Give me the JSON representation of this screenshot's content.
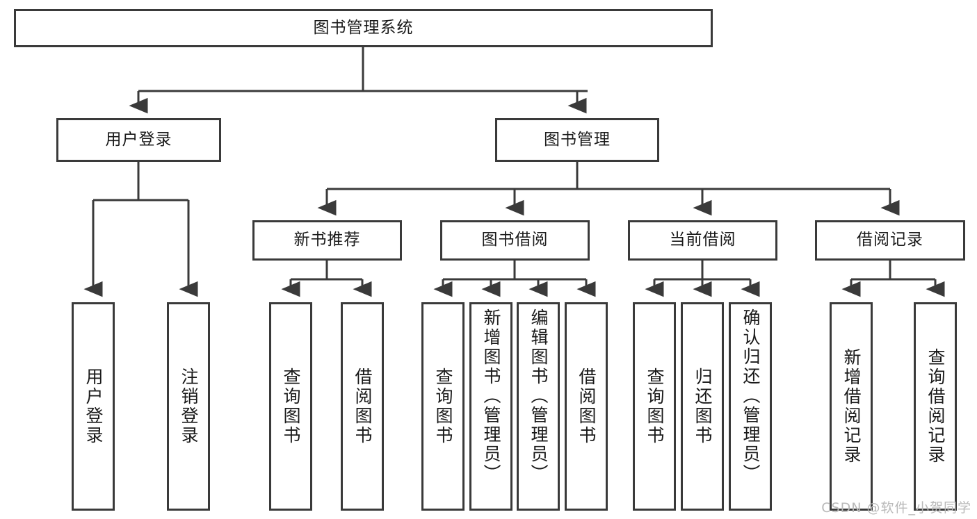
{
  "diagram": {
    "title": "图书管理系统",
    "type": "hierarchy-tree",
    "colors": {
      "stroke": "#3a3a3a",
      "fill": "#ffffff",
      "text": "#1a1a1a",
      "watermark": "#b9b9b9"
    },
    "root": {
      "id": "root",
      "label": "图书管理系统"
    },
    "level1": [
      {
        "id": "user-login",
        "label": "用户登录"
      },
      {
        "id": "book-manage",
        "label": "图书管理"
      }
    ],
    "level2": [
      {
        "id": "new-book-recommend",
        "label": "新书推荐",
        "parent": "book-manage"
      },
      {
        "id": "book-borrow",
        "label": "图书借阅",
        "parent": "book-manage"
      },
      {
        "id": "current-borrow",
        "label": "当前借阅",
        "parent": "book-manage"
      },
      {
        "id": "borrow-record",
        "label": "借阅记录",
        "parent": "book-manage"
      }
    ],
    "leaves": {
      "user-login": [
        {
          "id": "leaf-user-login",
          "label": "用户登录"
        },
        {
          "id": "leaf-logout",
          "label": "注销登录"
        }
      ],
      "new-book-recommend": [
        {
          "id": "leaf-query-book-1",
          "label": "查询图书"
        },
        {
          "id": "leaf-borrow-book-1",
          "label": "借阅图书"
        }
      ],
      "book-borrow": [
        {
          "id": "leaf-query-book-2",
          "label": "查询图书"
        },
        {
          "id": "leaf-add-book",
          "label": "新增图书（管理员）"
        },
        {
          "id": "leaf-edit-book",
          "label": "编辑图书（管理员）"
        },
        {
          "id": "leaf-borrow-book-2",
          "label": "借阅图书"
        }
      ],
      "current-borrow": [
        {
          "id": "leaf-query-book-3",
          "label": "查询图书"
        },
        {
          "id": "leaf-return-book",
          "label": "归还图书"
        },
        {
          "id": "leaf-confirm-return",
          "label": "确认归还（管理员）"
        }
      ],
      "borrow-record": [
        {
          "id": "leaf-add-record",
          "label": "新增借阅记录"
        },
        {
          "id": "leaf-query-record",
          "label": "查询借阅记录"
        }
      ]
    }
  },
  "watermark": {
    "text": "CSDN @软件_小贺同学"
  }
}
